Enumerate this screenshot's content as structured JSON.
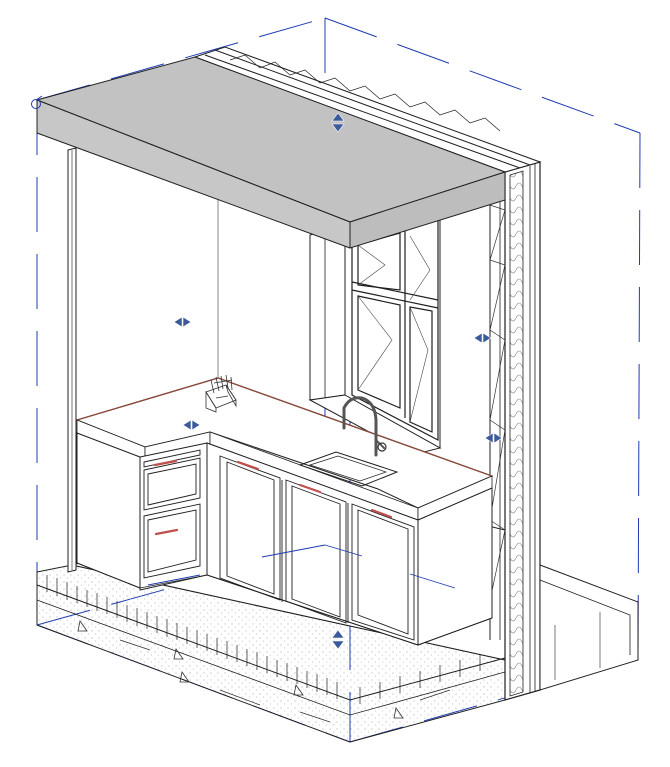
{
  "view": {
    "kind": "3D isometric section view",
    "background": "#ffffff",
    "colors": {
      "linework": "#202020",
      "fine_linework": "#555555",
      "crop_region": "#1f3bb3",
      "grip": "#3c5a9a",
      "ceiling_fill": "#c2c2c2",
      "countertop_edge": "#8a4a3c",
      "hardware": "#c0504d"
    },
    "grips": [
      {
        "id": "ceiling-top",
        "direction": "vertical"
      },
      {
        "id": "ceiling-front",
        "direction": "vertical"
      },
      {
        "id": "left-wall",
        "direction": "horizontal"
      },
      {
        "id": "counter",
        "direction": "horizontal"
      },
      {
        "id": "right-wall-upper",
        "direction": "horizontal"
      },
      {
        "id": "right-wall-lower",
        "direction": "horizontal"
      },
      {
        "id": "floor",
        "direction": "vertical"
      }
    ],
    "icons": [
      "section-box-icon",
      "move-arrow-icon",
      "view-origin-icon"
    ]
  }
}
